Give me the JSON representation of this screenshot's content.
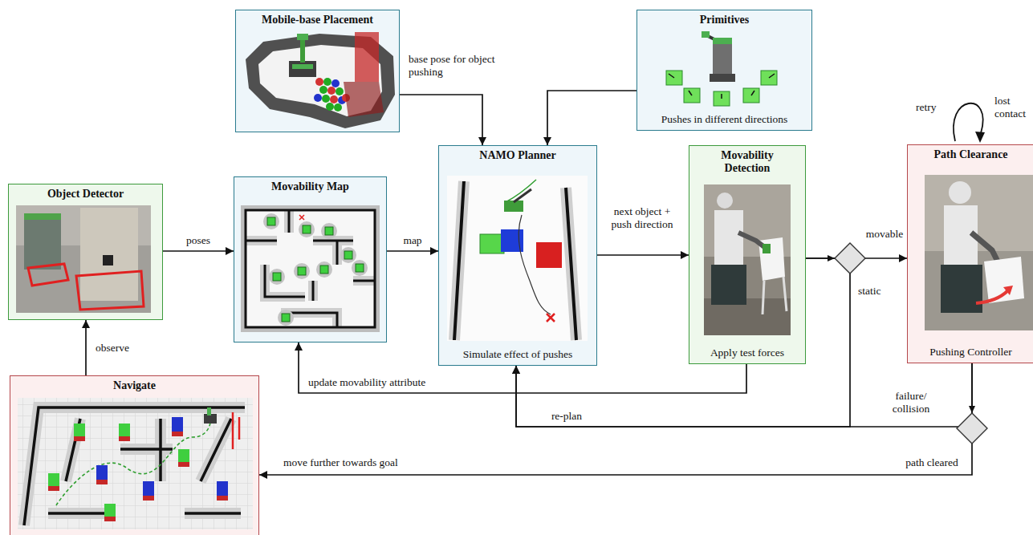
{
  "diagram": {
    "nodes": [
      {
        "text": [
          "Mobile-base Placement"
        ]
      },
      {
        "text": [
          "Primitives",
          "Pushes in different directions"
        ]
      },
      {
        "text": [
          "Object Detector"
        ]
      },
      {
        "text": [
          "Movability Map"
        ]
      },
      {
        "text": [
          "NAMO Planner",
          "Simulate effect of pushes"
        ]
      },
      {
        "text": [
          "Movability Detection",
          "Apply test forces"
        ]
      },
      {
        "text": [
          "Path Clearance",
          "Pushing Controller"
        ]
      },
      {
        "text": [
          "Navigate"
        ]
      }
    ],
    "edges": [
      {
        "from": 2,
        "to": 3,
        "label": "poses",
        "arrow": "to"
      },
      {
        "from": 3,
        "to": 4,
        "label": "map",
        "arrow": "to"
      },
      {
        "from": 0,
        "to": 4,
        "label": "base pose for object pushing",
        "arrow": "to"
      },
      {
        "from": 1,
        "to": 4,
        "arrow": "to"
      },
      {
        "from": 4,
        "to": 5,
        "label": "next object + push direction",
        "arrow": "to"
      },
      {
        "from": 5,
        "to": 3,
        "label": "update movability attribute",
        "arrow": "to"
      },
      {
        "from": 5,
        "to": 6,
        "label": "movable",
        "arrow": "to"
      },
      {
        "from": 5,
        "to": 4,
        "label": "static",
        "arrow": "to"
      },
      {
        "from": 6,
        "to": 4,
        "label": "failure/ collision",
        "arrow": "to"
      },
      {
        "from": 6,
        "to": 7,
        "label": "path cleared",
        "arrow": "to"
      },
      {
        "from": 7,
        "to": 2,
        "label": "observe",
        "arrow": "to"
      }
    ],
    "labels": [
      "re-plan",
      "move further towards goal",
      "retry",
      "lost contact"
    ]
  }
}
